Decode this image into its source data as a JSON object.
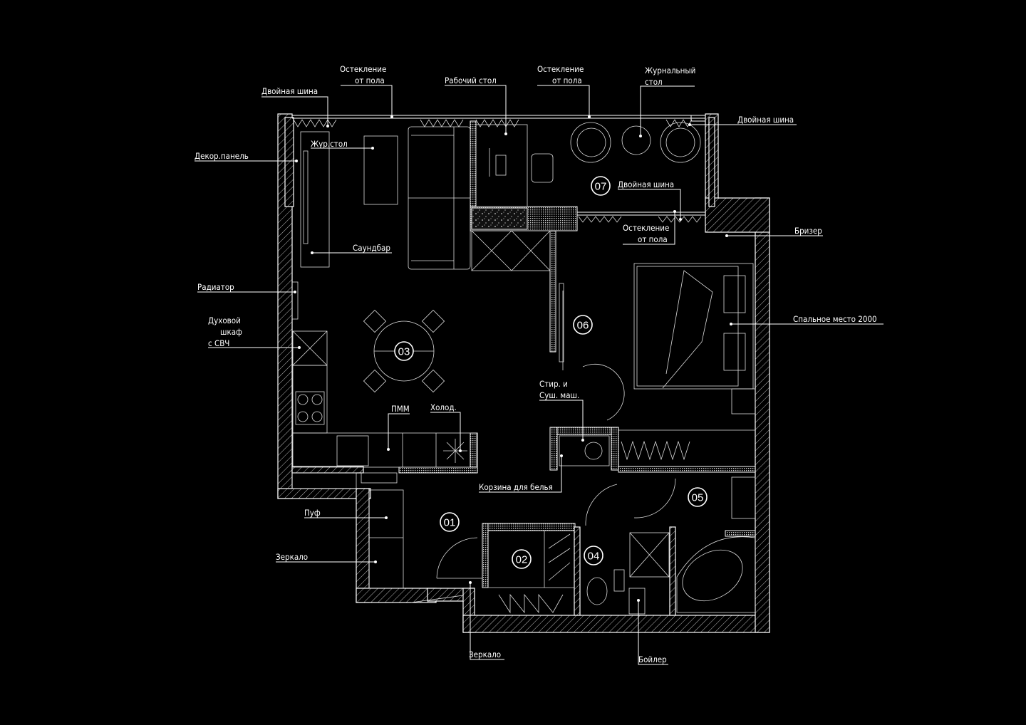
{
  "plan": {
    "rooms": [
      "01",
      "02",
      "03",
      "04",
      "05",
      "06",
      "07"
    ],
    "labels": {
      "double_rail_top_left": "Двойная шина",
      "glazing1_l1": "Остекление",
      "glazing1_l2": "от пола",
      "work_desk": "Рабочий стол",
      "glazing2_l1": "Остекление",
      "glazing2_l2": "от пола",
      "coffee_table_l1": "Журнальный",
      "coffee_table_l2": "стол",
      "double_rail_top_right": "Двойная шина",
      "decor_panel": "Декор.панель",
      "coffee_table_short": "Жур.стол",
      "soundbar": "Саундбар",
      "double_rail_balcony": "Двойная шина",
      "glazing3_l1": "Остекление",
      "glazing3_l2": "от пола",
      "breather": "Бризер",
      "radiator": "Радиатор",
      "oven_l1": "Духовой",
      "oven_l2": "шкаф",
      "oven_l3": "с СВЧ",
      "bed": "Спальное место 2000",
      "washer_l1": "Стир. и",
      "washer_l2": "Суш. маш.",
      "dishwasher": "ПММ",
      "fridge": "Холод.",
      "laundry_basket": "Корзина для белья",
      "pouf": "Пуф",
      "mirror_left": "Зеркало",
      "mirror_bottom": "Зеркало",
      "boiler": "Бойлер"
    }
  }
}
